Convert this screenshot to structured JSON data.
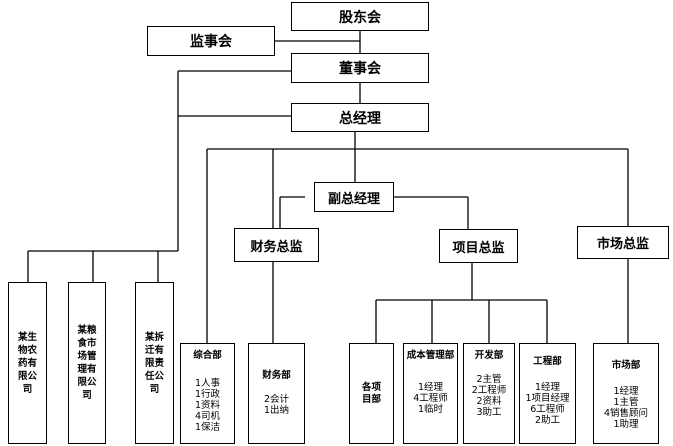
{
  "nodes": {
    "shareholders": "股东会",
    "supervisors": "监事会",
    "board": "董事会",
    "general_manager": "总经理",
    "deputy_gm": "副总经理",
    "finance_director": "财务总监",
    "project_director": "项目总监",
    "market_director": "市场总监"
  },
  "companies": [
    "某生物农药有限公司",
    "某粮食市场管理有限公司",
    "某拆迁有限责任公司"
  ],
  "departments": {
    "general": {
      "title": "综合部",
      "items": [
        "1人事",
        "1行政",
        "1资料",
        "4司机",
        "1保洁"
      ]
    },
    "finance": {
      "title": "财务部",
      "items": [
        "2会计",
        "1出纳"
      ]
    },
    "project_dept": {
      "title": "各项目部",
      "items": []
    },
    "cost": {
      "title": "成本管理部",
      "items": [
        "1经理",
        "4工程师",
        "1临时"
      ]
    },
    "development": {
      "title": "开发部",
      "items": [
        "2主管",
        "2工程师",
        "2资料",
        "3助工"
      ]
    },
    "engineering": {
      "title": "工程部",
      "items": [
        "1经理",
        "1项目经理",
        "6工程师",
        "2助工"
      ]
    },
    "market": {
      "title": "市场部",
      "items": [
        "1经理",
        "1主管",
        "4销售顾问",
        "1助理"
      ]
    }
  }
}
